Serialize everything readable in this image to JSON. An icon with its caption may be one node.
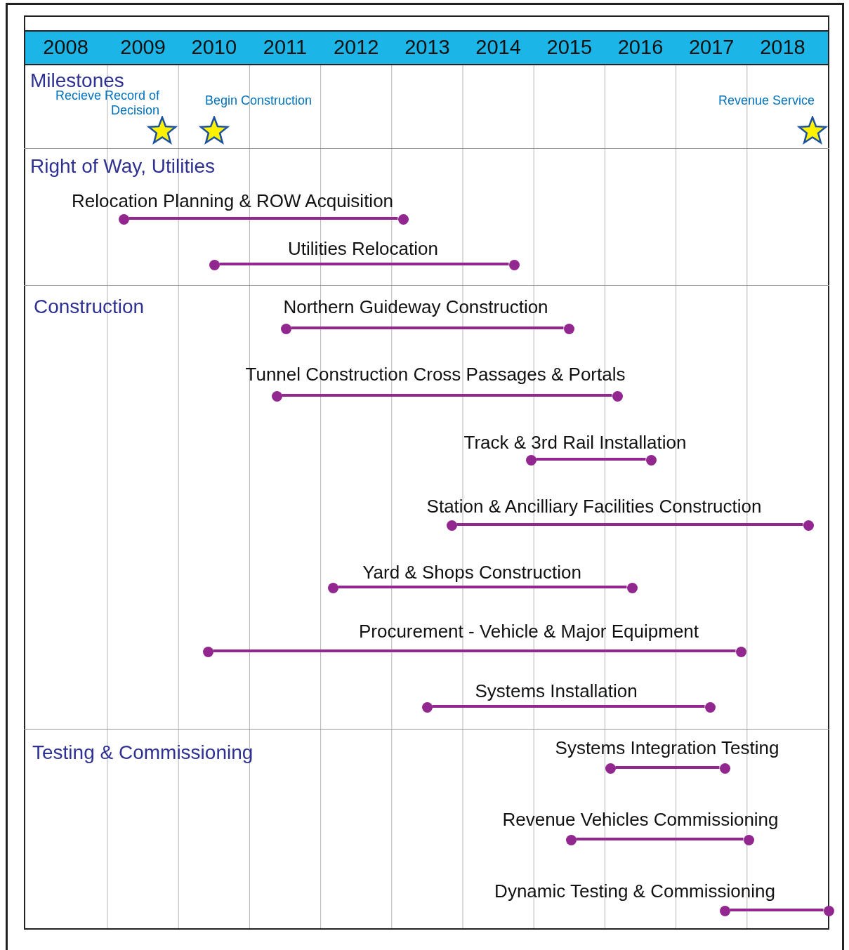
{
  "diagram": {
    "nodes": [
      {
        "text": [
          "Milestones"
        ]
      },
      {
        "text": [],
        "shape": "star",
        "in": 0,
        "beside": [
          "Recieve Record of Decision"
        ]
      },
      {
        "text": [],
        "shape": "star",
        "in": 0,
        "beside": [
          "Begin Construction"
        ]
      },
      {
        "text": [],
        "shape": "star",
        "in": 0,
        "beside": [
          "Revenue Service"
        ]
      },
      {
        "text": [
          "Right of Way, Utilities"
        ]
      },
      {
        "text": [],
        "shape": "circle",
        "in": 4
      },
      {
        "text": [],
        "shape": "circle",
        "in": 4
      },
      {
        "text": [],
        "shape": "circle",
        "in": 4
      },
      {
        "text": [],
        "shape": "circle",
        "in": 4
      },
      {
        "text": [
          "Construction"
        ]
      },
      {
        "text": [],
        "shape": "circle",
        "in": 9
      },
      {
        "text": [],
        "shape": "circle",
        "in": 9
      },
      {
        "text": [],
        "shape": "circle",
        "in": 9
      },
      {
        "text": [],
        "shape": "circle",
        "in": 9
      },
      {
        "text": [],
        "shape": "circle",
        "in": 9
      },
      {
        "text": [],
        "shape": "circle",
        "in": 9
      },
      {
        "text": [],
        "shape": "circle",
        "in": 9
      },
      {
        "text": [],
        "shape": "circle",
        "in": 9
      },
      {
        "text": [],
        "shape": "circle",
        "in": 9
      },
      {
        "text": [],
        "shape": "circle",
        "in": 9
      },
      {
        "text": [],
        "shape": "circle",
        "in": 9
      },
      {
        "text": [],
        "shape": "circle",
        "in": 9
      },
      {
        "text": [],
        "shape": "circle",
        "in": 9
      },
      {
        "text": [],
        "shape": "circle",
        "in": 9
      },
      {
        "text": [
          "Testing & Commissioning"
        ]
      },
      {
        "text": [],
        "shape": "circle",
        "in": 24
      },
      {
        "text": [],
        "shape": "circle",
        "in": 24
      },
      {
        "text": [],
        "shape": "circle",
        "in": 24
      },
      {
        "text": [],
        "shape": "circle",
        "in": 24
      },
      {
        "text": [],
        "shape": "circle",
        "in": 24
      },
      {
        "text": [],
        "shape": "circle",
        "in": 24
      }
    ],
    "edges": [
      {
        "from": 5,
        "to": 6,
        "arrow": "none",
        "label": "Relocation Planning & ROW Acquisition"
      },
      {
        "from": 7,
        "to": 8,
        "arrow": "none",
        "label": "Utilities Relocation"
      },
      {
        "from": 10,
        "to": 11,
        "arrow": "none",
        "label": "Northern Guideway Construction"
      },
      {
        "from": 12,
        "to": 13,
        "arrow": "none",
        "label": "Tunnel Construction Cross Passages & Portals"
      },
      {
        "from": 14,
        "to": 15,
        "arrow": "none",
        "label": "Track & 3rd Rail Installation"
      },
      {
        "from": 16,
        "to": 17,
        "arrow": "none",
        "label": "Station & Ancilliary Facilities Construction"
      },
      {
        "from": 18,
        "to": 19,
        "arrow": "none",
        "label": "Yard & Shops Construction"
      },
      {
        "from": 20,
        "to": 21,
        "arrow": "none",
        "label": "Procurement - Vehicle & Major Equipment"
      },
      {
        "from": 22,
        "to": 23,
        "arrow": "none",
        "label": "Systems Installation"
      },
      {
        "from": 25,
        "to": 26,
        "arrow": "none",
        "label": "Systems Integration Testing"
      },
      {
        "from": 27,
        "to": 28,
        "arrow": "none",
        "label": "Revenue Vehicles Commissioning"
      },
      {
        "from": 29,
        "to": 30,
        "arrow": "none",
        "label": "Dynamic Testing & Commissioning"
      }
    ],
    "labels": [
      "2008",
      "2009",
      "2010",
      "2011",
      "2012",
      "2013",
      "2014",
      "2015",
      "2016",
      "2017",
      "2018"
    ]
  }
}
